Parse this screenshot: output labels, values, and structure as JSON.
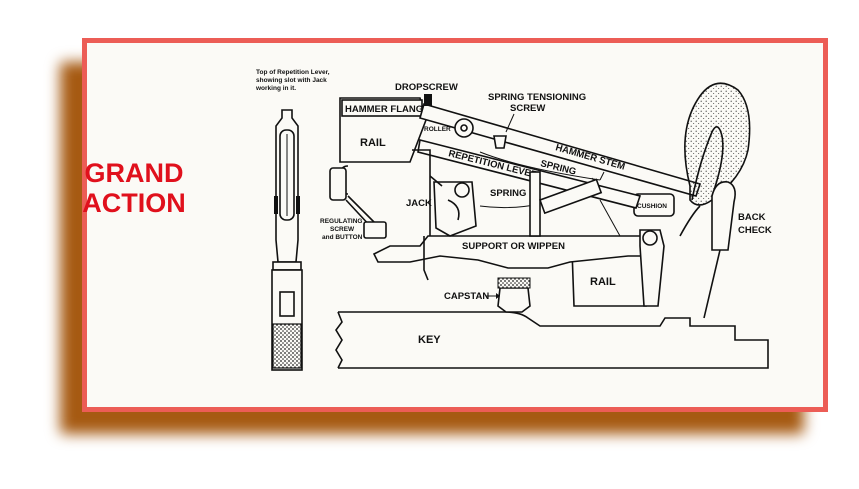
{
  "title": "GRAND\nACTION",
  "inset_caption": [
    "Top of Repetition Lever,",
    "showing slot with Jack",
    "working in it."
  ],
  "labels": {
    "dropscrew": "DROPSCREW",
    "spring_tensioning_screw": [
      "SPRING TENSIONING",
      "SCREW"
    ],
    "hammer_flange": "HAMMER FLANGE",
    "roller": "ROLLER",
    "hammer_stem": "HAMMER STEM",
    "rail_top": "RAIL",
    "repetition_lever": "REPETITION LEVER",
    "spring_upper": "SPRING",
    "spring_lower": "SPRING",
    "jack": "JACK",
    "cushion": "CUSHION",
    "back_check": [
      "BACK",
      "CHECK"
    ],
    "regulating_screw": [
      "REGULATING",
      "SCREW",
      "and BUTTON"
    ],
    "support_or_wippen": "SUPPORT OR WIPPEN",
    "rail_bottom": "RAIL",
    "capstan": "CAPSTAN",
    "key": "KEY"
  },
  "colors": {
    "border": "#ec5d56",
    "title": "#e0101c",
    "shadow": "#a65a12",
    "ink": "#111111"
  }
}
